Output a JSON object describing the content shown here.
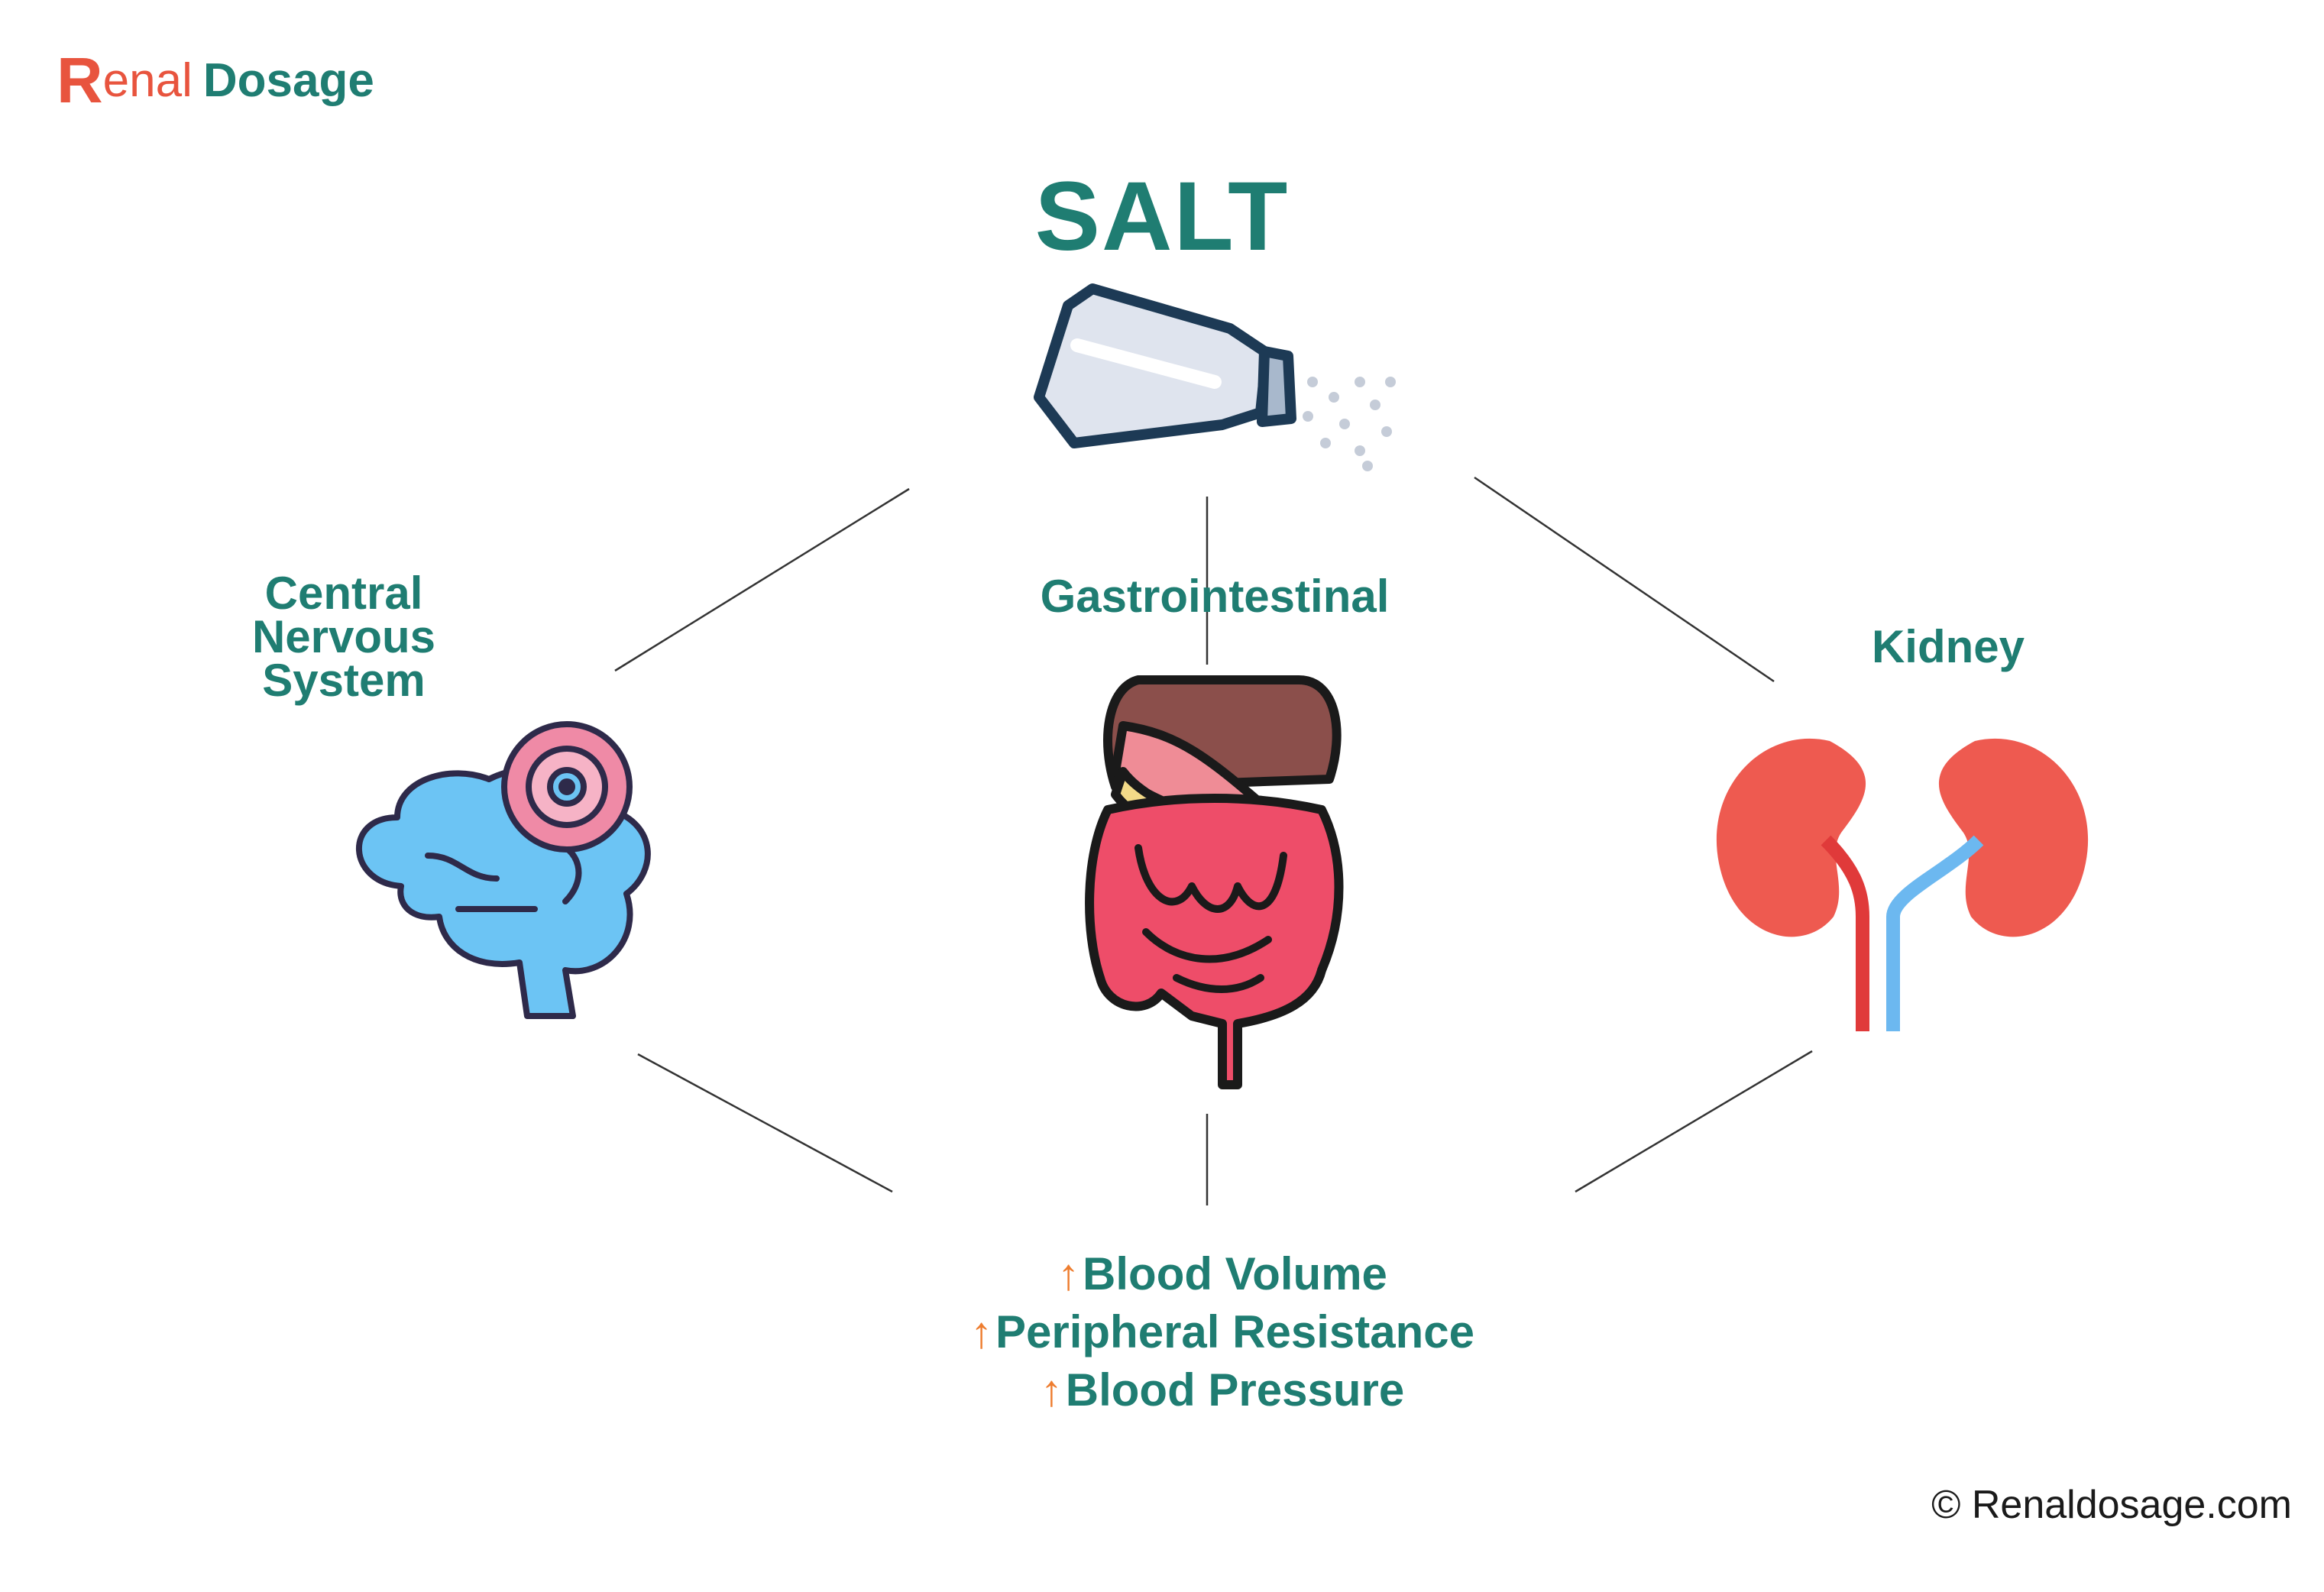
{
  "logo": {
    "r": "R",
    "enal": "enal",
    "dosage": "Dosage"
  },
  "title": "SALT",
  "labels": {
    "cns": [
      "Central",
      "Nervous",
      "System"
    ],
    "gi": "Gastrointestinal",
    "kidney": "Kidney"
  },
  "effects": [
    "Blood Volume",
    "Peripheral Resistance",
    "Blood Pressure"
  ],
  "effect_arrow": "↑",
  "copyright": "© Renaldosage.com",
  "icons": [
    "salt-shaker-icon",
    "brain-icon",
    "intestine-icon",
    "kidney-icon"
  ],
  "colors": {
    "brand": "#1f7d72",
    "accent": "#ee7d2f",
    "logo_red": "#e8543e",
    "kidney": "#ee5a50"
  }
}
